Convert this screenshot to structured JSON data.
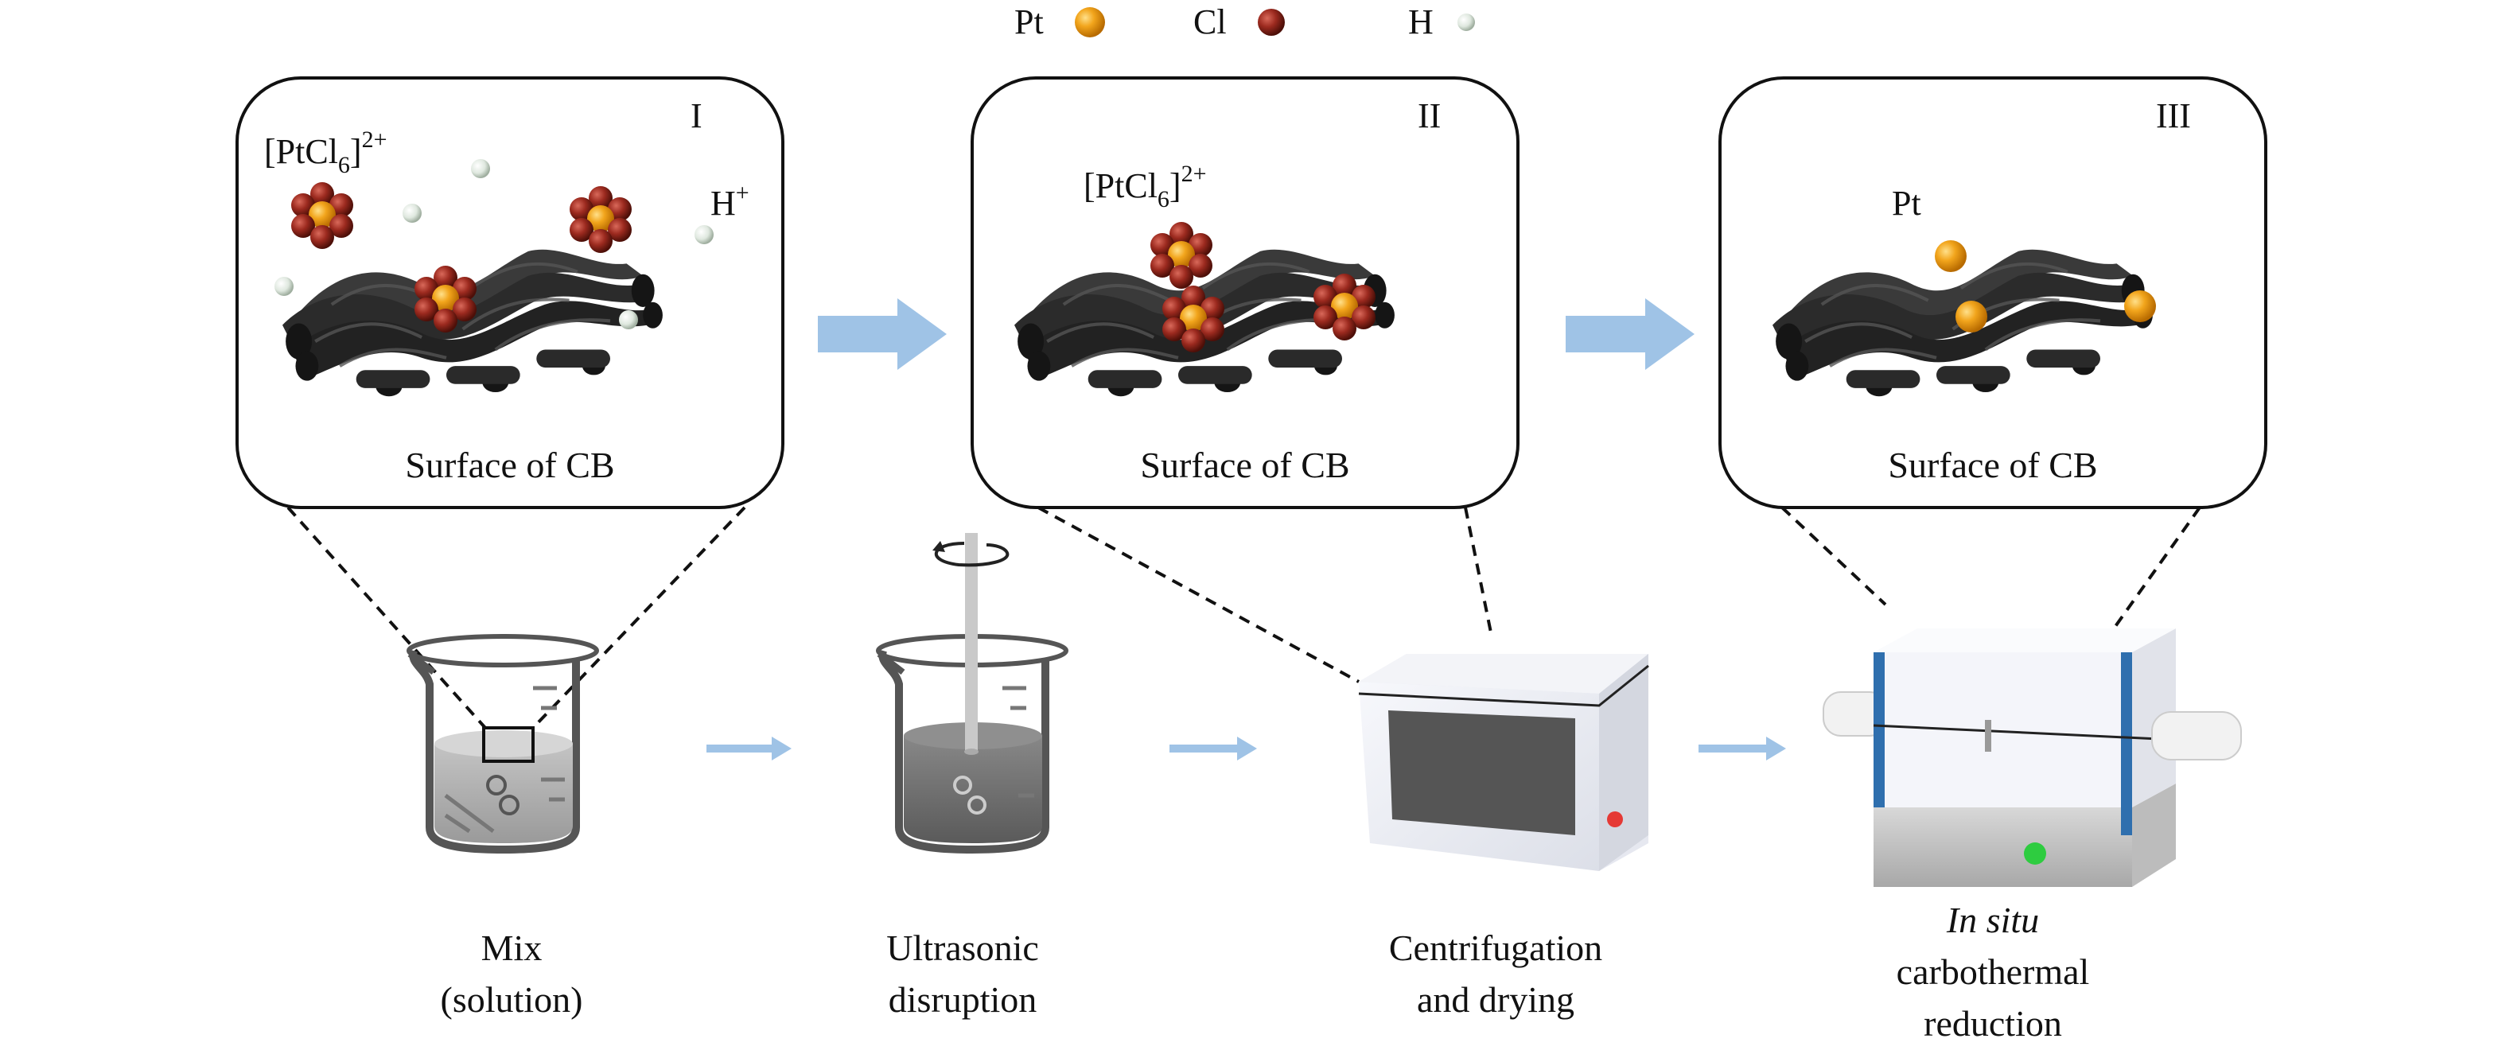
{
  "legend": [
    {
      "symbol": "Pt",
      "color": "#f2a51c"
    },
    {
      "symbol": "Cl",
      "color": "#9c2a1f"
    },
    {
      "symbol": "H",
      "color": "#dfe8df"
    }
  ],
  "panels": [
    {
      "numeral": "I",
      "caption": "Surface of CB",
      "species": [
        {
          "base": "[PtCl",
          "sub": "6",
          "tail": "]",
          "sup": "2+"
        },
        {
          "base": "H",
          "sup": "+"
        }
      ]
    },
    {
      "numeral": "II",
      "caption": "Surface of CB",
      "species": [
        {
          "base": "[PtCl",
          "sub": "6",
          "tail": "]",
          "sup": "2+"
        }
      ]
    },
    {
      "numeral": "III",
      "caption": "Surface of CB",
      "species": [
        {
          "base": "Pt"
        }
      ]
    }
  ],
  "steps": [
    {
      "line1": "Mix",
      "line2": "(solution)"
    },
    {
      "line1": "Ultrasonic",
      "line2": "disruption"
    },
    {
      "line1": "Centrifugation",
      "line2": "and drying"
    },
    {
      "line1": "In situ",
      "line2": "carbothermal",
      "line3": "reduction"
    }
  ],
  "colors": {
    "arrow": "#9fc3e6",
    "panel_border": "#111111",
    "carbon": "#2b2b2b",
    "furnace_stripe": "#2f6fae",
    "indicator_red": "#e53935",
    "indicator_green": "#2ecc40"
  },
  "icons": [
    "beaker-icon",
    "stirrer-icon",
    "oven-icon",
    "tube-furnace-icon",
    "carbon-black-sheet-icon"
  ]
}
